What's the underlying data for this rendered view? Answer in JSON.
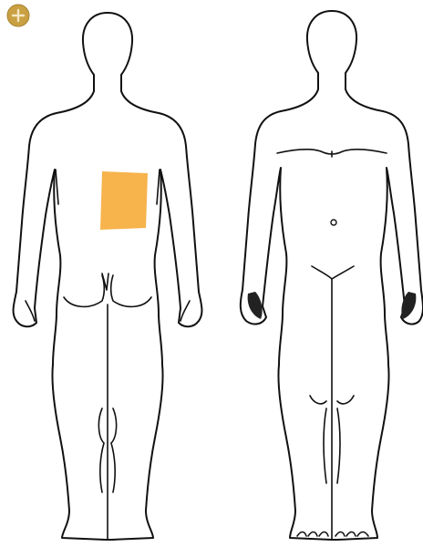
{
  "toolbar": {
    "add_icon": "plus-circle-icon",
    "add_color": "#C9A042"
  },
  "body_map": {
    "views": [
      {
        "side": "back"
      },
      {
        "side": "front"
      }
    ],
    "marked_region": {
      "view": "back",
      "area": "lower-back",
      "color": "#F7B34C"
    }
  }
}
